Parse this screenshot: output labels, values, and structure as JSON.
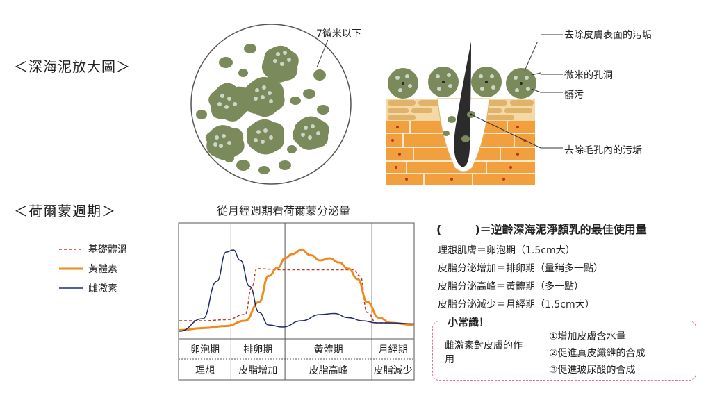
{
  "sections": {
    "mud_title": "＜深海泥放大圖＞",
    "hormone_title": "＜荷爾蒙週期＞"
  },
  "mud": {
    "label_size": "7微米以下"
  },
  "skin": {
    "labels": [
      "去除皮膚表面的污垢",
      "微米的孔洞",
      "髒污",
      "去除毛孔內的污垢"
    ]
  },
  "legend": {
    "items": [
      {
        "label": "基礎體溫",
        "color": "#c0392b",
        "style": "dashed"
      },
      {
        "label": "黃體素",
        "color": "#f08a1c",
        "style": "solid"
      },
      {
        "label": "雌激素",
        "color": "#1f2a6b",
        "style": "solid"
      }
    ]
  },
  "chart_data": {
    "type": "line",
    "title": "從月經週期看荷爾蒙分泌量",
    "phases": [
      "卵泡期",
      "排卵期",
      "黃體期",
      "月經期"
    ],
    "phase_notes": [
      "理想",
      "皮脂增加",
      "皮脂高峰",
      "皮脂減少"
    ],
    "series": [
      {
        "name": "基礎體溫",
        "color": "#c0392b",
        "style": "dashed",
        "points": [
          [
            0,
            0.12
          ],
          [
            0.1,
            0.12
          ],
          [
            0.2,
            0.13
          ],
          [
            0.28,
            0.18
          ],
          [
            0.31,
            0.45
          ],
          [
            0.33,
            0.62
          ],
          [
            0.45,
            0.61
          ],
          [
            0.6,
            0.61
          ],
          [
            0.74,
            0.61
          ],
          [
            0.77,
            0.55
          ],
          [
            0.8,
            0.2
          ],
          [
            0.84,
            0.1
          ],
          [
            0.9,
            0.1
          ],
          [
            1,
            0.09
          ]
        ]
      },
      {
        "name": "黃體素",
        "color": "#f08a1c",
        "style": "solid",
        "points": [
          [
            0,
            0.03
          ],
          [
            0.1,
            0.05
          ],
          [
            0.2,
            0.07
          ],
          [
            0.28,
            0.12
          ],
          [
            0.34,
            0.3
          ],
          [
            0.38,
            0.55
          ],
          [
            0.42,
            0.63
          ],
          [
            0.45,
            0.72
          ],
          [
            0.48,
            0.76
          ],
          [
            0.52,
            0.8
          ],
          [
            0.56,
            0.75
          ],
          [
            0.6,
            0.7
          ],
          [
            0.64,
            0.72
          ],
          [
            0.68,
            0.68
          ],
          [
            0.72,
            0.62
          ],
          [
            0.76,
            0.52
          ],
          [
            0.8,
            0.3
          ],
          [
            0.85,
            0.15
          ],
          [
            0.9,
            0.1
          ],
          [
            1,
            0.08
          ]
        ]
      },
      {
        "name": "雌激素",
        "color": "#1f2a6b",
        "style": "solid",
        "points": [
          [
            0,
            0.02
          ],
          [
            0.1,
            0.14
          ],
          [
            0.16,
            0.5
          ],
          [
            0.2,
            0.78
          ],
          [
            0.23,
            0.8
          ],
          [
            0.26,
            0.7
          ],
          [
            0.3,
            0.45
          ],
          [
            0.34,
            0.2
          ],
          [
            0.38,
            0.08
          ],
          [
            0.44,
            0.06
          ],
          [
            0.52,
            0.12
          ],
          [
            0.6,
            0.18
          ],
          [
            0.66,
            0.19
          ],
          [
            0.72,
            0.15
          ],
          [
            0.78,
            0.12
          ],
          [
            0.84,
            0.1
          ],
          [
            0.9,
            0.1
          ],
          [
            1,
            0.09
          ]
        ]
      }
    ]
  },
  "right": {
    "title": "(　　　)＝逆齡深海泥淨顏乳的最佳使用量",
    "lines": [
      "理想肌膚＝卵泡期（1.5cm大）",
      "皮脂分泌增加＝排卵期（量稍多一點）",
      "皮脂分泌高峰＝黃體期（多一點）",
      "皮脂分泌減少＝月經期（1.5cm大）"
    ]
  },
  "tip": {
    "title": "小常識！",
    "subject": "雌激素對皮膚的作用",
    "effects": [
      "①增加皮膚含水量",
      "②促進真皮纖維的合成",
      "③促進玻尿酸的合成"
    ]
  },
  "colors": {
    "mud_green": "#7b8a5a",
    "orange": "#f08a1c",
    "skin_orange": "#f2a03e",
    "pink": "#e46aa0"
  }
}
